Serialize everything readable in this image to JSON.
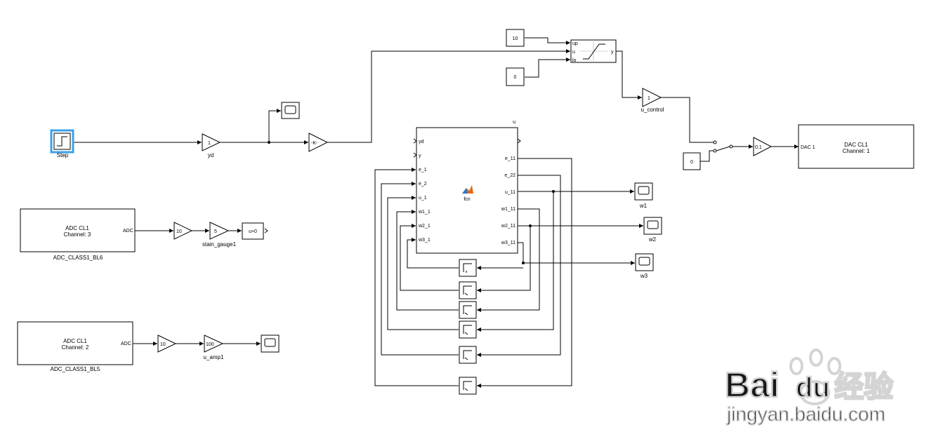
{
  "blocks": {
    "step": "Step",
    "gain_yd_value": "1",
    "gain_yd": "yd",
    "gain_k_value": "-K-",
    "const_up": "10",
    "const_lo": "0",
    "saturation_ports": {
      "up": "up",
      "u": "u",
      "lo": "lo",
      "y": "y"
    },
    "gain_ucontrol_value": "1",
    "gain_ucontrol": "u_control",
    "const_switch": "0",
    "gain_dac_value": "0.1",
    "dac_port": "DAC 1",
    "dac_title": "DAC CL1",
    "dac_channel": "Channel: 1",
    "fcn_name": "fcn",
    "fcn_inputs": [
      "yd",
      "y",
      "e_1",
      "e_2",
      "u_1",
      "w1_1",
      "w2_1",
      "w3_1"
    ],
    "fcn_outputs": [
      "u",
      "e_11",
      "e_22",
      "u_11",
      "w1_11",
      "w2_11",
      "w3_11"
    ],
    "scope_w1": "w1",
    "scope_w2": "w2",
    "scope_w3": "w3",
    "adc6_title": "ADC CL1",
    "adc6_channel": "Channel: 3",
    "adc6_port": "ADC",
    "adc6_name": "ADC_CLASS1_BL6",
    "adc6_gain1": "10",
    "adc6_gain2": "5",
    "adc6_gain2_name": "stain_gauge1",
    "adc6_bias": "u+0",
    "adc5_title": "ADC CL1",
    "adc5_channel": "Channel: 2",
    "adc5_port": "ADC",
    "adc5_name": "ADC_CLASS1_BL5",
    "adc5_gain1": "10",
    "adc5_gain2": "100",
    "adc5_gain2_name": "u_amp1"
  },
  "watermark": {
    "brand": "Bai",
    "brand2": "du",
    "brand_cn": "经验",
    "url": "jingyan.baidu.com"
  },
  "colors": {
    "selection": "#3aa0e8",
    "matlab_logo": "#e06a1b",
    "watermark": "#d0d0d0"
  }
}
